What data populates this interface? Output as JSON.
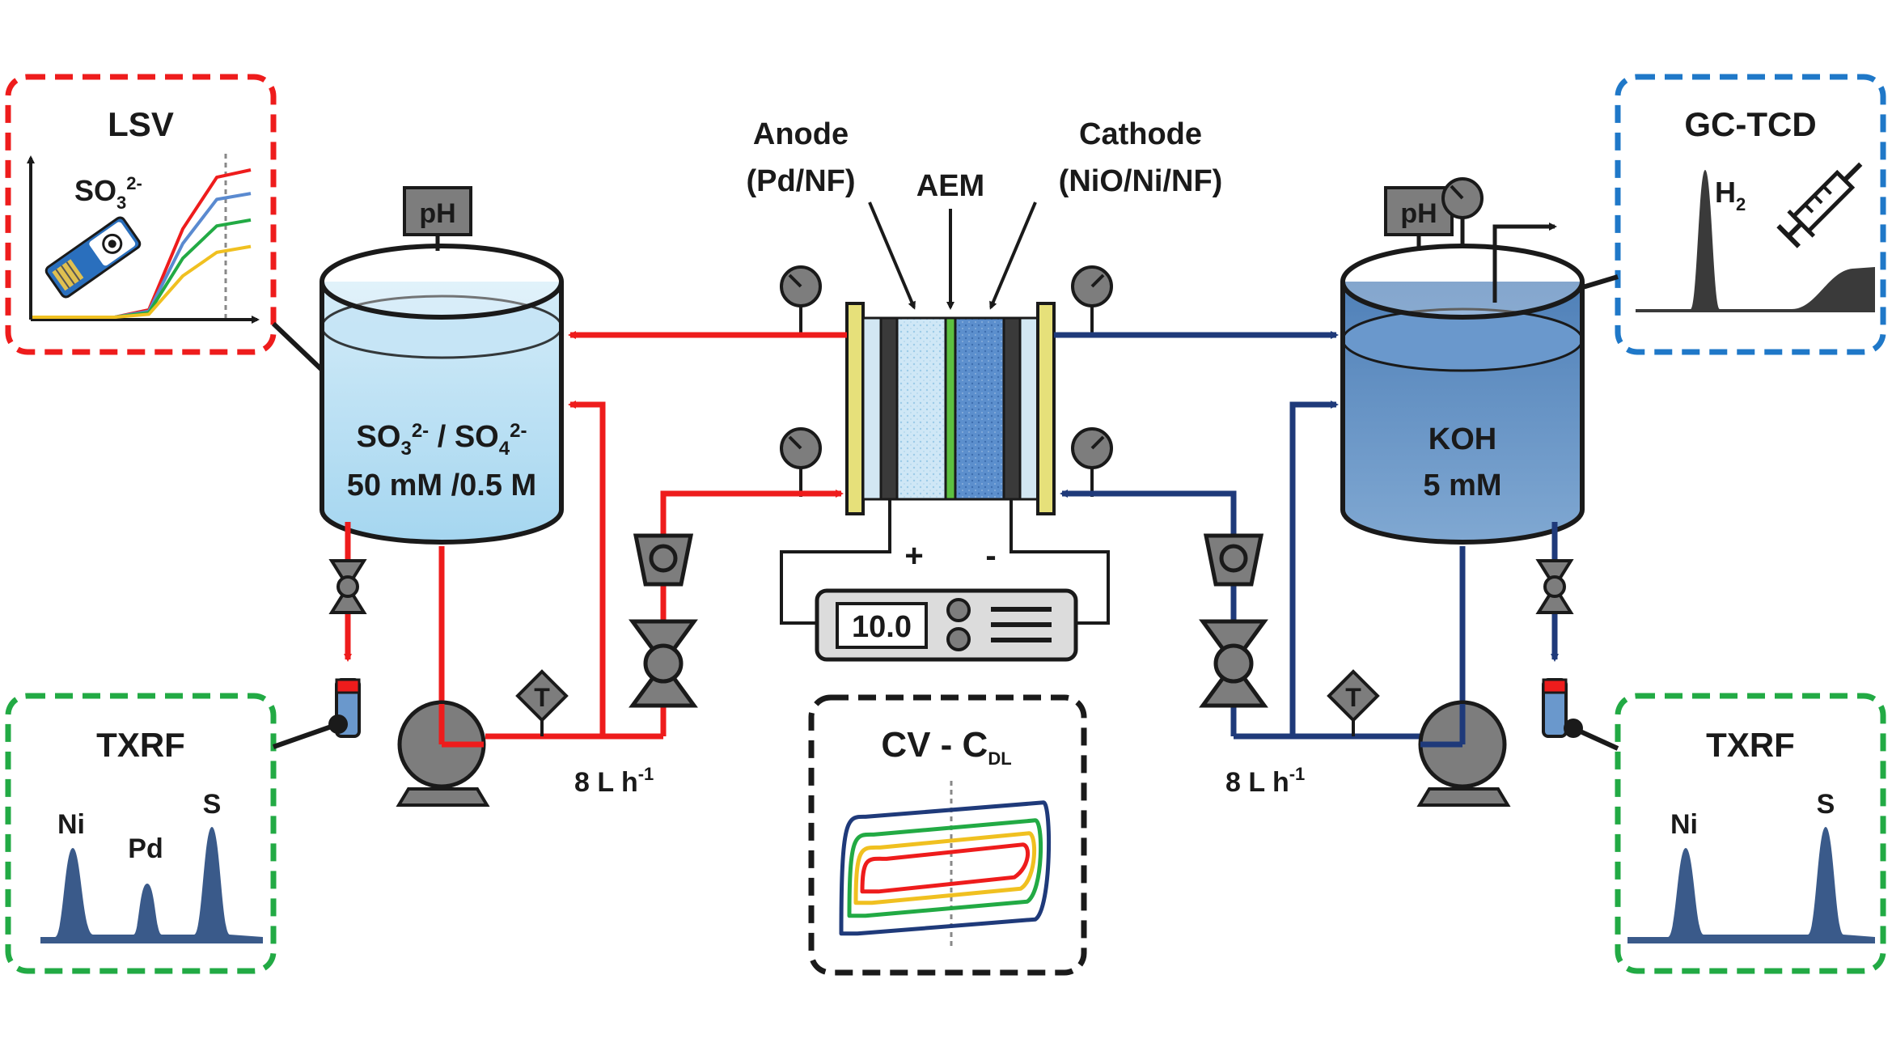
{
  "panels": {
    "lsv": {
      "title": "LSV",
      "species_base": "SO",
      "species_sub": "3",
      "species_sup": "2-"
    },
    "gctcd": {
      "title": "GC-TCD",
      "peak_base": "H",
      "peak_sub": "2"
    },
    "txrf_left": {
      "title": "TXRF",
      "peaks": [
        "Ni",
        "Pd",
        "S"
      ]
    },
    "txrf_right": {
      "title": "TXRF",
      "peaks": [
        "Ni",
        "S"
      ]
    },
    "cv": {
      "title_main": "CV - C",
      "title_sub": "DL"
    }
  },
  "cell": {
    "anode": "Anode",
    "anode_material": "(Pd/NF)",
    "membrane": "AEM",
    "cathode": "Cathode",
    "cathode_material": "(NiO/Ni/NF)",
    "plus": "+",
    "minus": "-"
  },
  "power_supply": {
    "display": "10.0"
  },
  "tanks": {
    "left": {
      "sensor": "pH",
      "line1_a": "SO",
      "line1_a_sub": "3",
      "line1_a_sup": "2-",
      "line1_mid": " / SO",
      "line1_b_sub": "4",
      "line1_b_sup": "2-",
      "line2": "50 mM /0.5 M"
    },
    "right": {
      "sensor": "pH",
      "line1": "KOH",
      "line2": "5 mM"
    }
  },
  "flow": {
    "left": {
      "value": "8 L h",
      "sup": "-1"
    },
    "right": {
      "value": "8 L h",
      "sup": "-1"
    }
  },
  "temperature_label": "T",
  "colors": {
    "anolyte": "#ee1c1c",
    "catholyte": "#1f3a7a",
    "lsv_border": "#ee1c1c",
    "gc_border": "#1f78c8",
    "txrf_border": "#22aa44",
    "cv_border": "#1a1a1a",
    "peak_fill": "#3a5a8a",
    "gc_peak_fill": "#3a3a3a",
    "gray": "#7d7d7d"
  },
  "chart_data": [
    {
      "type": "line",
      "title": "LSV",
      "series": [
        {
          "color": "#ee1c1c",
          "values": [
            0,
            0,
            0.05,
            0.6,
            0.95,
            1.0
          ]
        },
        {
          "color": "#5a8ad0",
          "values": [
            0,
            0,
            0.04,
            0.5,
            0.8,
            0.84
          ]
        },
        {
          "color": "#22aa44",
          "values": [
            0,
            0,
            0.03,
            0.4,
            0.62,
            0.66
          ]
        },
        {
          "color": "#f0c020",
          "values": [
            0,
            0,
            0.02,
            0.28,
            0.44,
            0.48
          ]
        }
      ]
    },
    {
      "type": "line",
      "title": "CV - C_DL",
      "series_colors": [
        "#1f3a7a",
        "#22aa44",
        "#f0c020",
        "#ee1c1c"
      ]
    }
  ]
}
